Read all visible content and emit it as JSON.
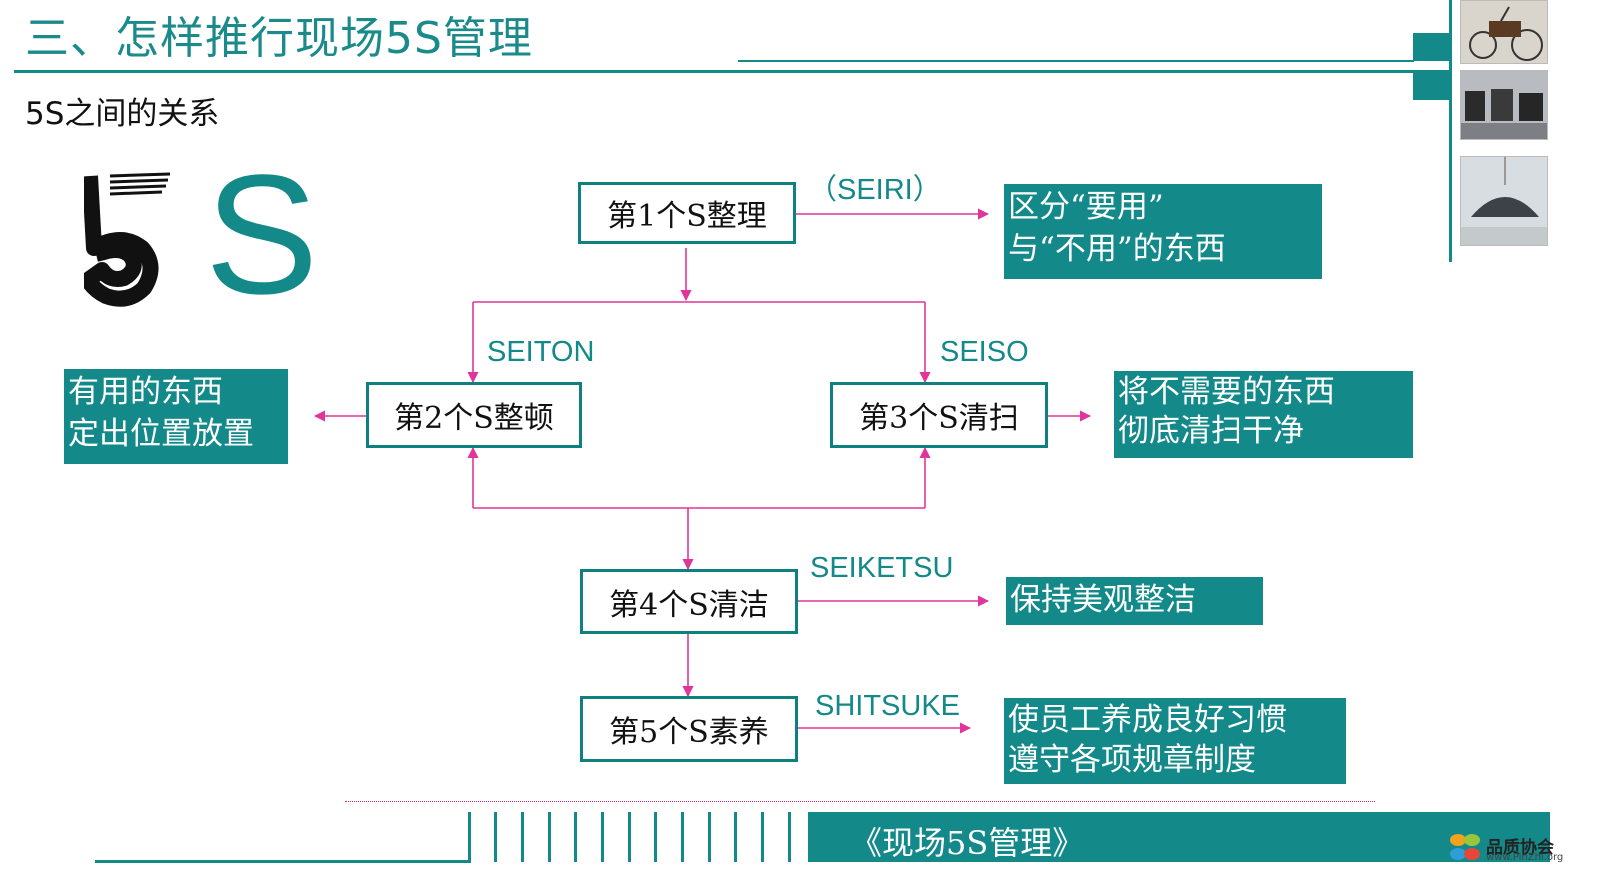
{
  "header": {
    "title": "三、怎样推行现场5S管理",
    "subtitle": "5S之间的关系"
  },
  "logo": {
    "big_letter": "S"
  },
  "steps": [
    {
      "label": "第1个S整理",
      "term": "（SEIRI）",
      "desc": [
        "区分“要用”",
        "与“不用”的东西"
      ]
    },
    {
      "label": "第2个S整顿",
      "term": "SEITON",
      "desc": [
        "有用的东西",
        "定出位置放置"
      ]
    },
    {
      "label": "第3个S清扫",
      "term": "SEISO",
      "desc": [
        "将不需要的东西",
        "彻底清扫干净"
      ]
    },
    {
      "label": "第4个S清洁",
      "term": "SEIKETSU",
      "desc": [
        "保持美观整洁"
      ]
    },
    {
      "label": "第5个S素养",
      "term": "SHITSUKE",
      "desc": [
        "使员工养成良好习惯",
        "遵守各项规章制度"
      ]
    }
  ],
  "footer": {
    "title": "《现场5S管理》",
    "brand": "品质协会",
    "brand_url": "www.PinZhi.org"
  },
  "colors": {
    "teal": "#138989",
    "arrow": "#e0359a",
    "dark": "#0e8080"
  }
}
